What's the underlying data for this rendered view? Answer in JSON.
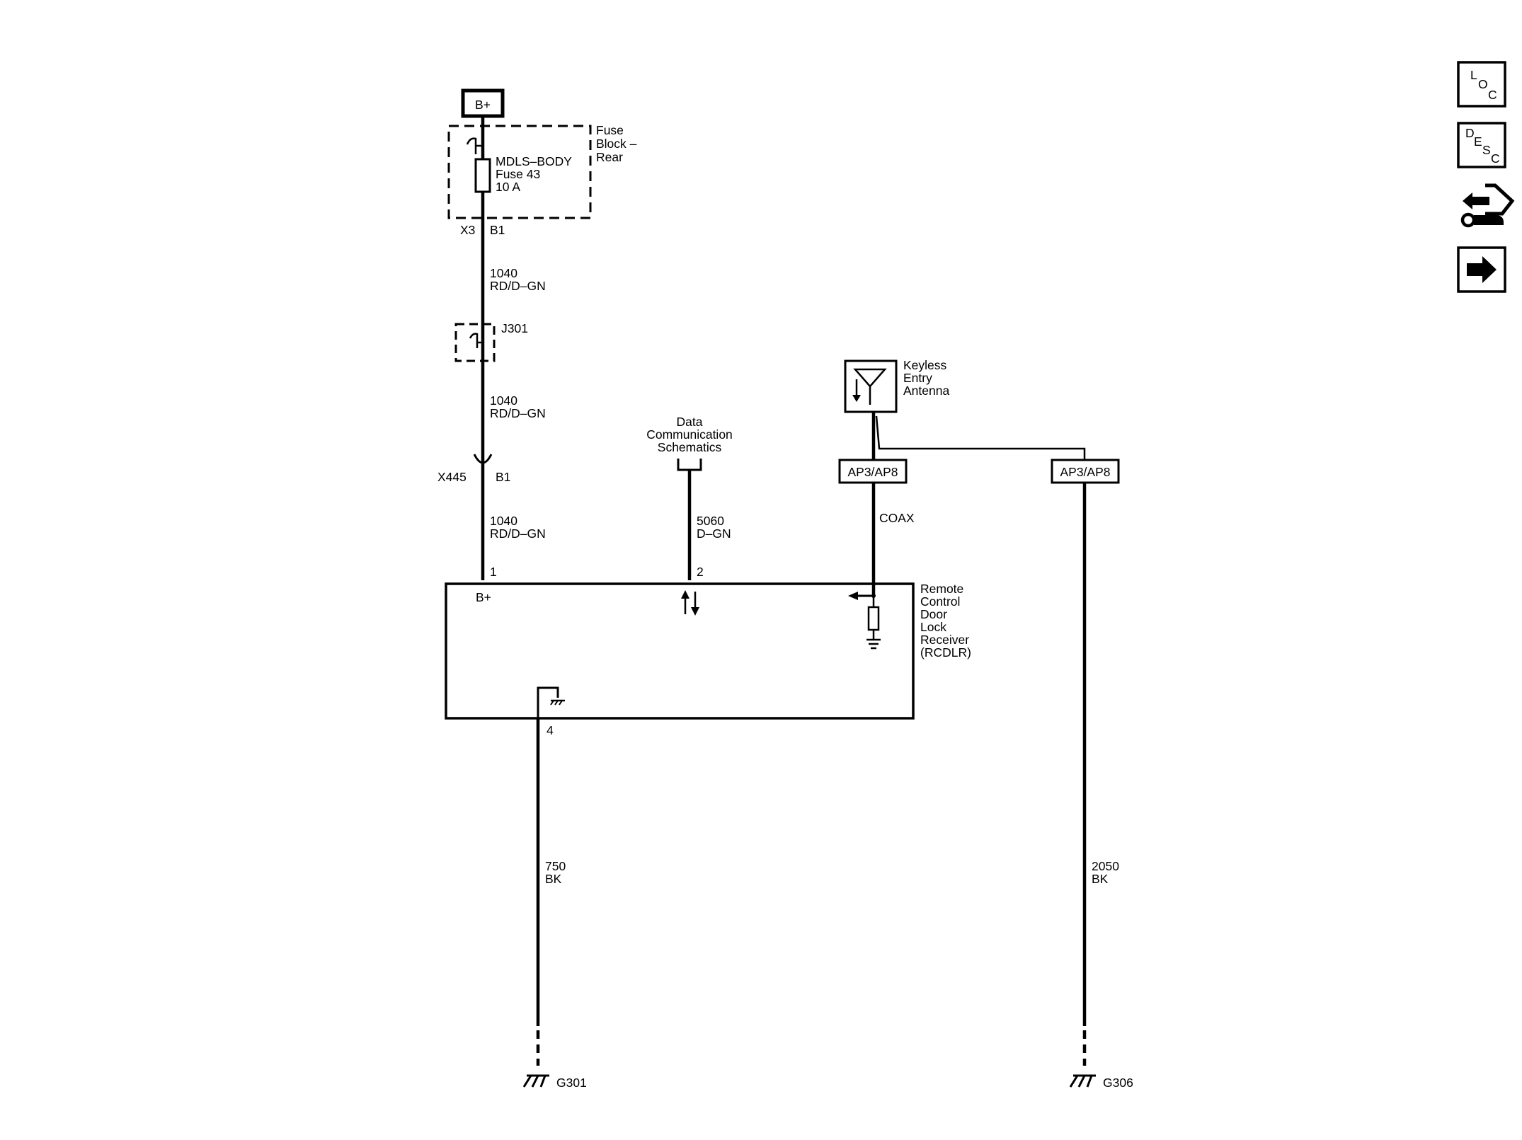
{
  "power": {
    "label": "B+"
  },
  "fuse_block": {
    "name_lines": [
      "Fuse",
      "Block –",
      "Rear"
    ],
    "fuse_lines": [
      "MDLS–BODY",
      "Fuse 43",
      "10 A"
    ],
    "connector": "X3",
    "pin": "B1"
  },
  "wire_1040_a": {
    "circuit": "1040",
    "color": "RD/D–GN"
  },
  "splice": {
    "label": "J301"
  },
  "wire_1040_b": {
    "circuit": "1040",
    "color": "RD/D–GN"
  },
  "inline_connector": {
    "label": "X445",
    "pin": "B1"
  },
  "wire_1040_c": {
    "circuit": "1040",
    "color": "RD/D–GN"
  },
  "data_comm": {
    "lines": [
      "Data",
      "Communication",
      "Schematics"
    ]
  },
  "wire_5060": {
    "circuit": "5060",
    "color": "D–GN"
  },
  "antenna": {
    "lines": [
      "Keyless",
      "Entry",
      "Antenna"
    ]
  },
  "connector_left": {
    "label": "AP3/AP8"
  },
  "connector_right": {
    "label": "AP3/AP8"
  },
  "coax": {
    "label": "COAX"
  },
  "module": {
    "name_lines": [
      "Remote",
      "Control",
      "Door",
      "Lock",
      "Receiver",
      "(RCDLR)"
    ],
    "pin_power": "1",
    "pin_data": "2",
    "pin_ground": "4",
    "power_label": "B+"
  },
  "wire_750": {
    "circuit": "750",
    "color": "BK"
  },
  "wire_2050": {
    "circuit": "2050",
    "color": "BK"
  },
  "ground_left": {
    "label": "G301"
  },
  "ground_right": {
    "label": "G306"
  },
  "side_icons": [
    {
      "letters": [
        "L",
        "O",
        "C"
      ],
      "name": "location-icon"
    },
    {
      "letters": [
        "D",
        "E",
        "S",
        "C"
      ],
      "name": "description-icon"
    },
    {
      "name": "connector-repair-icon"
    },
    {
      "name": "next-arrow-icon"
    }
  ]
}
